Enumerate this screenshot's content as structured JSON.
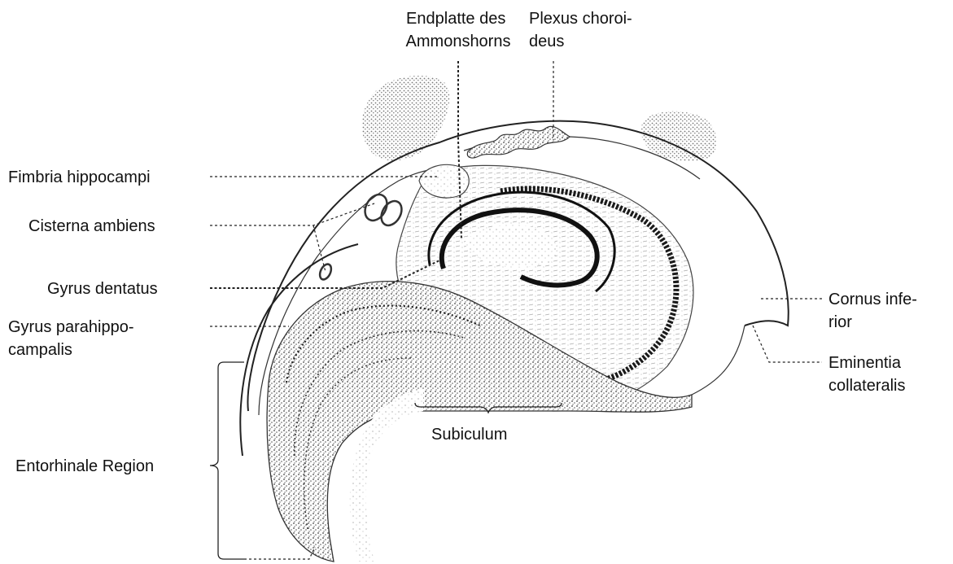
{
  "figure": {
    "labels": {
      "endplatte": [
        "Endplatte des",
        "Ammonshorns"
      ],
      "plexus": [
        "Plexus choroi-",
        "deus"
      ],
      "fimbria": [
        "Fimbria hippocampi"
      ],
      "cisterna": [
        "Cisterna ambiens"
      ],
      "gyrus_dentatus": [
        "Gyrus dentatus"
      ],
      "gyrus_parahippo": [
        "Gyrus parahippo-",
        "campalis"
      ],
      "entorhinale": [
        "Entorhinale Region"
      ],
      "subiculum": [
        "Subiculum"
      ],
      "cornus": [
        "Cornus infe-",
        "rior"
      ],
      "eminentia": [
        "Eminentia",
        "collateralis"
      ]
    },
    "colors": {
      "ink": "#222222",
      "stipple": "#555555",
      "cell_band": "#1a1a1a",
      "background": "#ffffff"
    }
  }
}
